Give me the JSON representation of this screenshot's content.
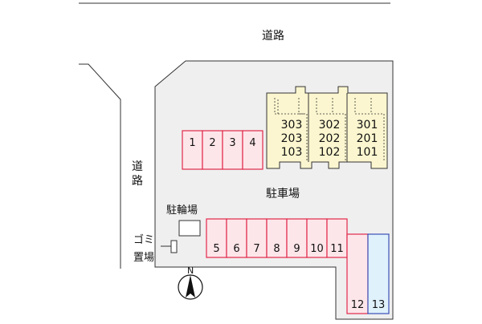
{
  "labels": {
    "road_top": "道路",
    "road_left_1": "道",
    "road_left_2": "路",
    "parking_lot": "駐車場",
    "bicycle_parking": "駐輪場",
    "garbage_1": "ゴミ",
    "garbage_2": "置場",
    "north": "N"
  },
  "building": {
    "rooms": [
      [
        "303",
        "302",
        "301"
      ],
      [
        "203",
        "202",
        "201"
      ],
      [
        "103",
        "102",
        "101"
      ]
    ]
  },
  "parking": {
    "top_row": [
      "1",
      "2",
      "3",
      "4"
    ],
    "bottom_row": [
      "5",
      "6",
      "7",
      "8",
      "9",
      "10",
      "11"
    ],
    "right_col": [
      "12",
      "13"
    ]
  },
  "colors": {
    "site_fill": "#efefef",
    "site_stroke": "#333333",
    "building_fill": "#fbf6cf",
    "parking_red_fill": "#fde6ea",
    "parking_red_stroke": "#e0284a",
    "parking_blue_fill": "#dff1fb",
    "parking_blue_stroke": "#3a4fb8"
  }
}
